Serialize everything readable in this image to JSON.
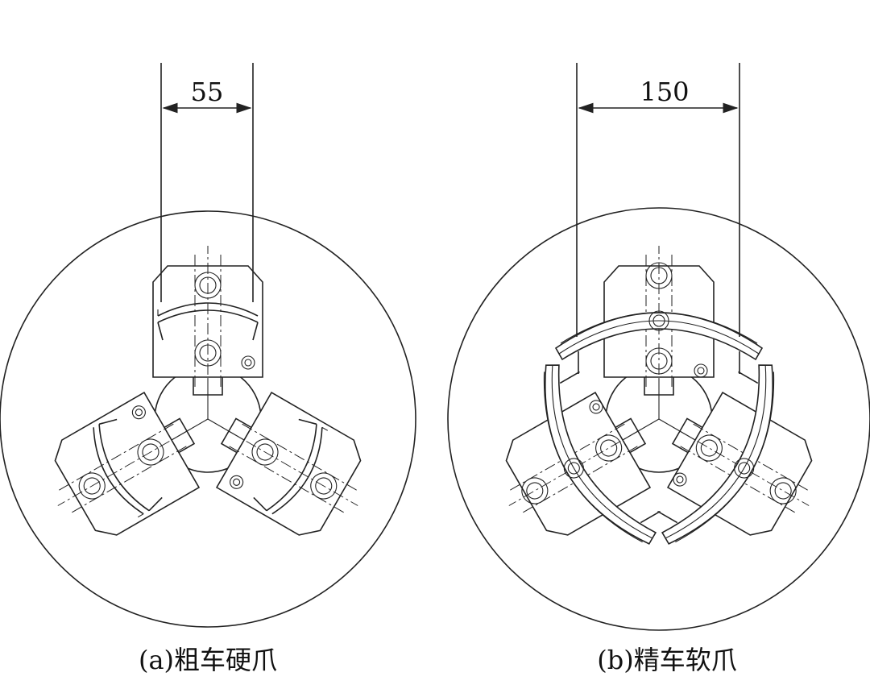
{
  "panel_a": {
    "dimension": "55",
    "caption": "(a)粗车硬爪"
  },
  "panel_b": {
    "dimension": "150",
    "caption": "(b)精车软爪"
  },
  "colors": {
    "line": "#222222",
    "background": "#ffffff"
  }
}
